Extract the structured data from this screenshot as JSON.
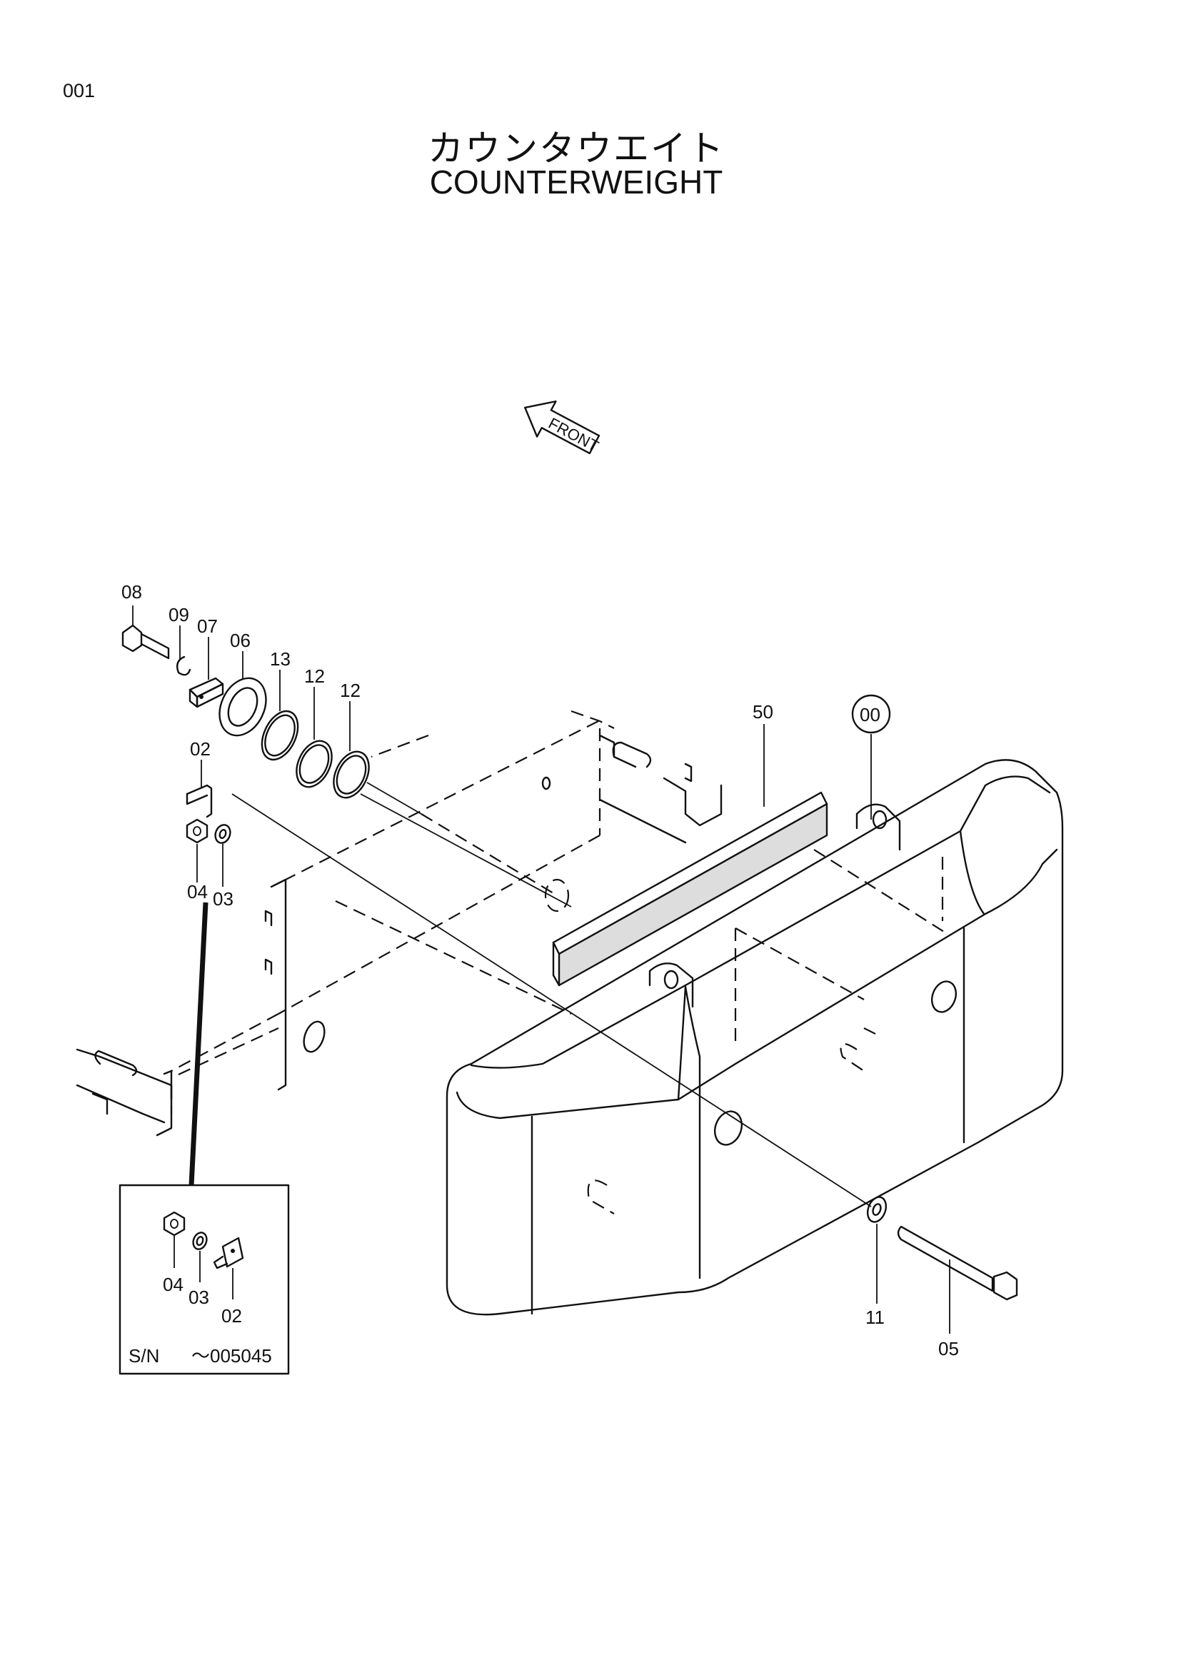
{
  "page": {
    "number": "001"
  },
  "title": {
    "japanese": "カウンタウエイト",
    "english": "COUNTERWEIGHT"
  },
  "front_marker": {
    "label": "FRONT"
  },
  "callouts": [
    {
      "id": "08",
      "label": "08"
    },
    {
      "id": "09",
      "label": "09"
    },
    {
      "id": "07",
      "label": "07"
    },
    {
      "id": "06",
      "label": "06"
    },
    {
      "id": "13",
      "label": "13"
    },
    {
      "id": "12a",
      "label": "12"
    },
    {
      "id": "12b",
      "label": "12"
    },
    {
      "id": "02",
      "label": "02"
    },
    {
      "id": "04",
      "label": "04"
    },
    {
      "id": "03",
      "label": "03"
    },
    {
      "id": "50",
      "label": "50"
    },
    {
      "id": "00",
      "label": "00"
    },
    {
      "id": "11",
      "label": "11"
    },
    {
      "id": "05",
      "label": "05"
    }
  ],
  "inset": {
    "labels": {
      "p04": "04",
      "p03": "03",
      "p02": "02"
    },
    "serial_prefix": "S/N",
    "serial_range": "～005045"
  }
}
